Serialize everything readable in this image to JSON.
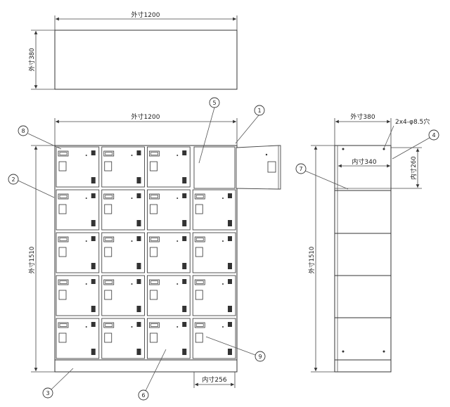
{
  "top_view": {
    "width_label": "外寸1200",
    "depth_label": "外寸380"
  },
  "front_view": {
    "width_label": "外寸1200",
    "height_label": "外寸1510",
    "inner_width_label": "内寸256",
    "columns": 4,
    "rows": 5
  },
  "side_view": {
    "depth_label": "外寸380",
    "inner_depth_label": "内寸340",
    "inner_height_label": "内寸260",
    "height_label": "外寸1510",
    "hole_label": "2x4-φ8.5穴"
  },
  "callouts": {
    "c1": "1",
    "c2": "2",
    "c3": "3",
    "c4": "4",
    "c5": "5",
    "c6": "6",
    "c7": "7",
    "c8": "8",
    "c9": "9"
  }
}
